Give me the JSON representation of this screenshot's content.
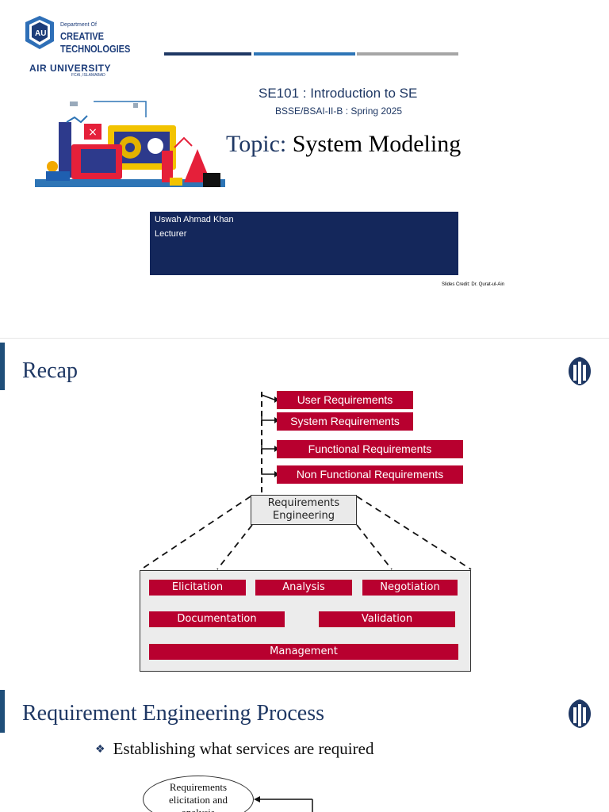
{
  "slide1": {
    "logo": {
      "badge": "AU",
      "dept_line": "Department Of",
      "creative": "CREATIVE",
      "technologies": "TECHNOLOGIES",
      "university": "AIR UNIVERSITY",
      "campus": "FCAI, ISLAMABAD"
    },
    "course": "SE101 : Introduction to SE",
    "section": "BSSE/BSAI-II-B : Spring 2025",
    "topic_label": "Topic:",
    "topic_value": "System Modeling",
    "lecturer_name": "Uswah Ahmad Khan",
    "lecturer_role": "Lecturer",
    "credit": "Slides Credit: Dr. Qurat-ul-Ain",
    "colors": {
      "navy": "#14275b",
      "bar1": "#1f3864",
      "bar2": "#2e75b6",
      "bar3": "#a6a6a6"
    }
  },
  "slide2": {
    "title": "Recap",
    "requirement_types": [
      "User Requirements",
      "System Requirements",
      "Functional Requirements",
      "Non Functional Requirements"
    ],
    "center_line1": "Requirements",
    "center_line2": "Engineering",
    "activities": [
      "Elicitation",
      "Analysis",
      "Negotiation",
      "Documentation",
      "Validation",
      "Management"
    ],
    "colors": {
      "red": "#b8002f",
      "gray": "#ececec"
    }
  },
  "slide3": {
    "title": "Requirement Engineering Process",
    "bullet": "Establishing what services are required",
    "oval_line1": "Requirements",
    "oval_line2": "elicitation and",
    "oval_line3": "analysis"
  }
}
